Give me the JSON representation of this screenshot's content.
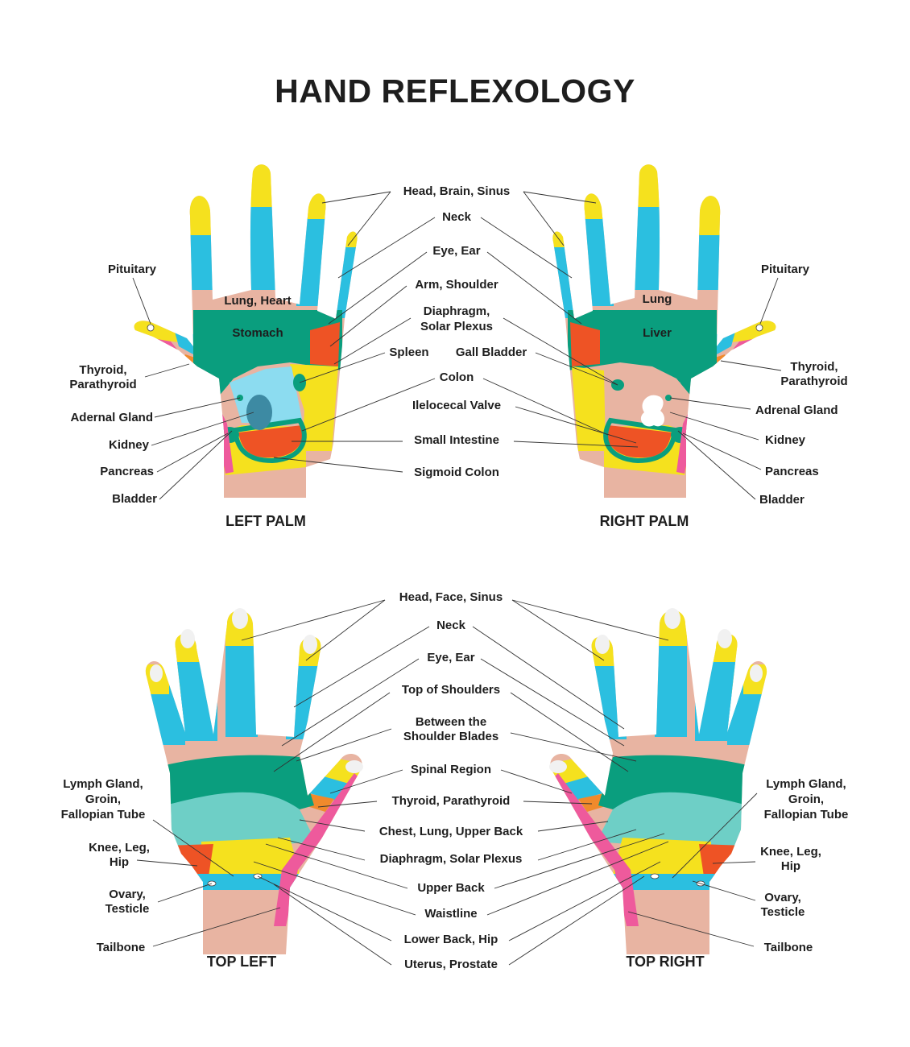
{
  "title": "HAND REFLEXOLOGY",
  "colors": {
    "skin": "#E8B4A2",
    "finger_blue": "#2BBFE0",
    "tip_yellow": "#F5E11E",
    "dark_green": "#0A9E7E",
    "teal": "#6ECFC6",
    "red_orange": "#EE5325",
    "orange": "#F08A2C",
    "pink": "#EE5A9C",
    "light_blue": "#8CDCF0",
    "slate": "#3D8AA3",
    "nail": "#F1F1F1"
  },
  "panels": {
    "left_palm": {
      "caption": "LEFT PALM",
      "labels": {
        "pituitary": "Pituitary",
        "thyroid_1": "Thyroid,",
        "thyroid_2": "Parathyroid",
        "adrenal": "Adernal Gland",
        "kidney": "Kidney",
        "pancreas": "Pancreas",
        "bladder": "Bladder",
        "lung_heart": "Lung, Heart",
        "stomach": "Stomach"
      }
    },
    "right_palm": {
      "caption": "RIGHT PALM",
      "labels": {
        "pituitary": "Pituitary",
        "thyroid_1": "Thyroid,",
        "thyroid_2": "Parathyroid",
        "adrenal": "Adrenal Gland",
        "kidney": "Kidney",
        "pancreas": "Pancreas",
        "bladder": "Bladder",
        "lung": "Lung",
        "liver": "Liver"
      }
    },
    "palm_center": {
      "head": "Head, Brain, Sinus",
      "neck": "Neck",
      "eye_ear": "Eye, Ear",
      "arm_shoulder": "Arm, Shoulder",
      "diaphragm_1": "Diaphragm,",
      "diaphragm_2": "Solar Plexus",
      "spleen": "Spleen",
      "gall_bladder": "Gall Bladder",
      "colon": "Colon",
      "ileocecal": "Ilelocecal Valve",
      "small_intestine": "Small Intestine",
      "sigmoid": "Sigmoid Colon"
    },
    "top_left": {
      "caption": "TOP LEFT",
      "labels": {
        "lymph_1": "Lymph Gland,",
        "lymph_2": "Groin,",
        "lymph_3": "Fallopian Tube",
        "knee_1": "Knee, Leg,",
        "knee_2": "Hip",
        "ovary_1": "Ovary,",
        "ovary_2": "Testicle",
        "tailbone": "Tailbone"
      }
    },
    "top_right": {
      "caption": "TOP RIGHT",
      "labels": {
        "lymph_1": "Lymph Gland,",
        "lymph_2": "Groin,",
        "lymph_3": "Fallopian Tube",
        "knee_1": "Knee, Leg,",
        "knee_2": "Hip",
        "ovary_1": "Ovary,",
        "ovary_2": "Testicle",
        "tailbone": "Tailbone"
      }
    },
    "top_center": {
      "head": "Head, Face, Sinus",
      "neck": "Neck",
      "eye_ear": "Eye, Ear",
      "top_shoulders": "Top of Shoulders",
      "between_1": "Between the",
      "between_2": "Shoulder Blades",
      "spinal": "Spinal Region",
      "thyroid": "Thyroid, Parathyroid",
      "chest": "Chest, Lung, Upper Back",
      "diaphragm": "Diaphragm, Solar Plexus",
      "upper_back": "Upper Back",
      "waistline": "Waistline",
      "lower_back": "Lower Back, Hip",
      "uterus": "Uterus, Prostate"
    }
  }
}
